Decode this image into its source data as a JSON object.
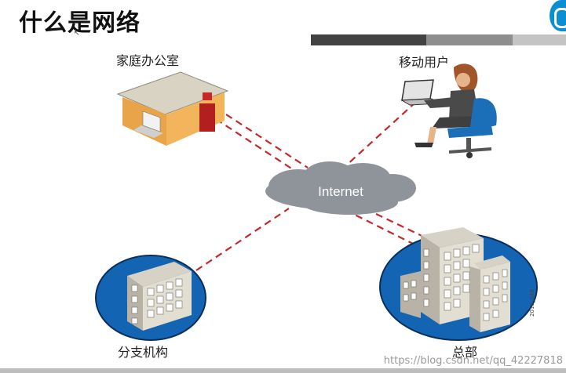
{
  "slide": {
    "title": "什么是网络",
    "cursor": "↖"
  },
  "nodes": {
    "home_office": "家庭办公室",
    "mobile_user": "移动用户",
    "branch": "分支机构",
    "headquarters": "总部"
  },
  "cloud": {
    "label": "Internet"
  },
  "watermark": "https://blog.csdn.net/qq_42227818",
  "code": "2019_048",
  "colors": {
    "link": "#c62828",
    "cloud": "#8f949b",
    "site_circle": "#1464b4",
    "header_dark": "#424242",
    "header_gray": "#8e8e8e",
    "header_light": "#c4c4c4",
    "logo": "#0a8fd3"
  }
}
